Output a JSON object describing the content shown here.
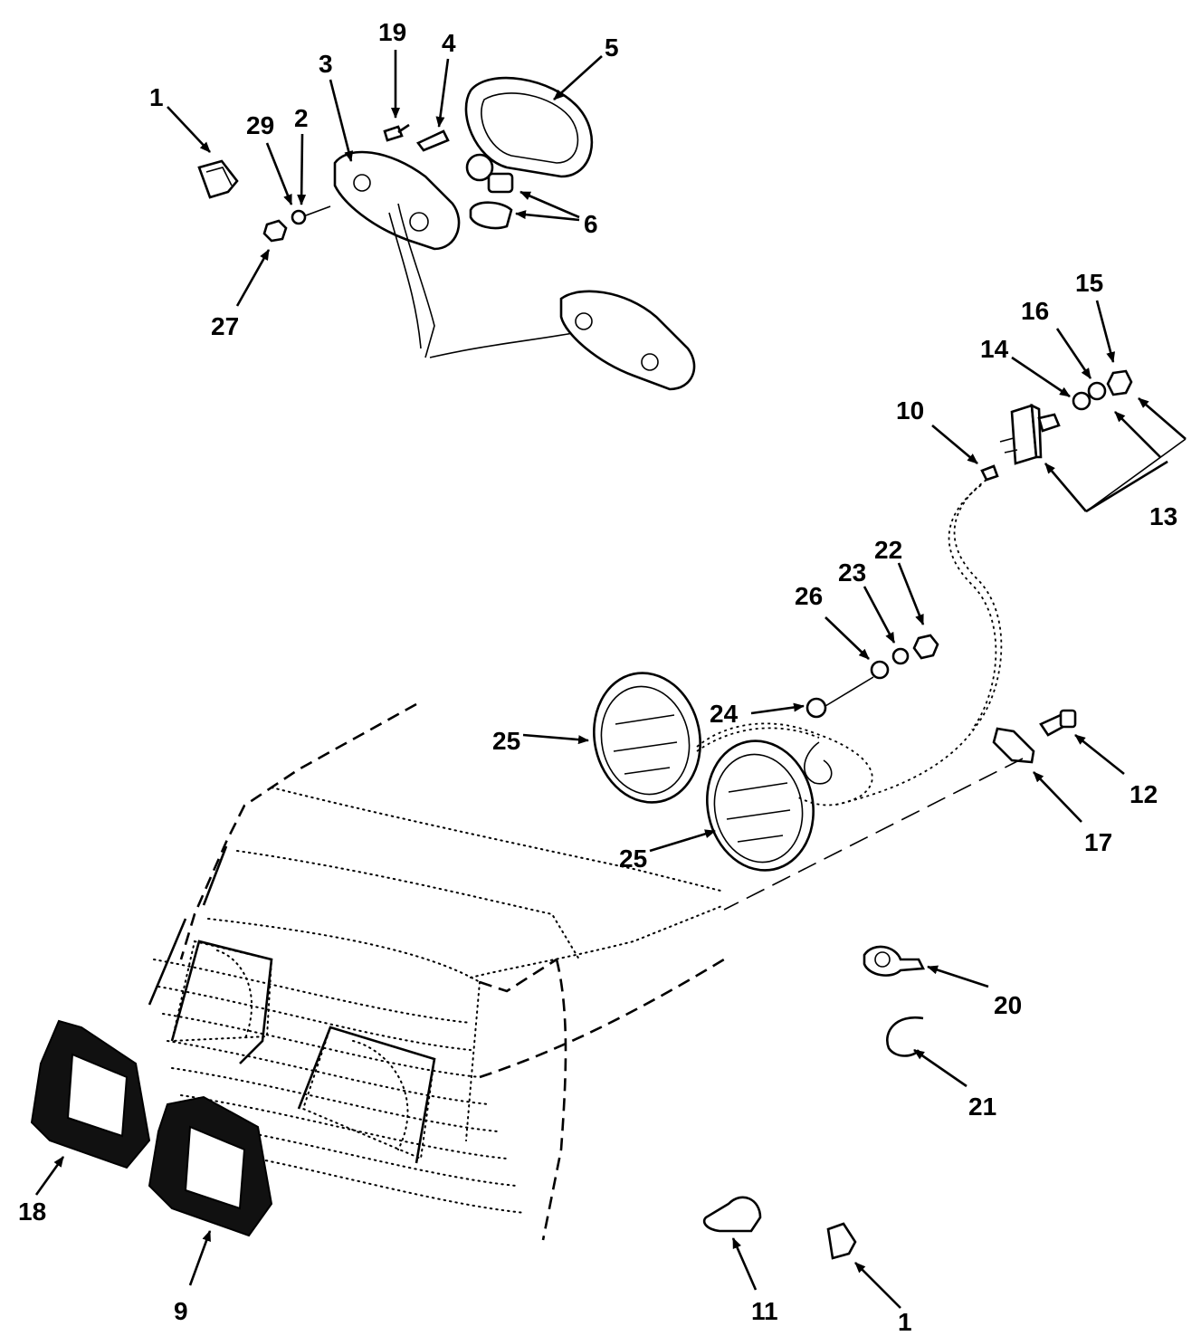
{
  "callouts": [
    {
      "label": "1"
    },
    {
      "label": "29"
    },
    {
      "label": "2"
    },
    {
      "label": "3"
    },
    {
      "label": "19"
    },
    {
      "label": "4"
    },
    {
      "label": "5"
    },
    {
      "label": "6"
    },
    {
      "label": "27"
    },
    {
      "label": "15"
    },
    {
      "label": "16"
    },
    {
      "label": "14"
    },
    {
      "label": "10"
    },
    {
      "label": "13"
    },
    {
      "label": "22"
    },
    {
      "label": "23"
    },
    {
      "label": "26"
    },
    {
      "label": "24"
    },
    {
      "label": "25"
    },
    {
      "label": "25"
    },
    {
      "label": "12"
    },
    {
      "label": "17"
    },
    {
      "label": "20"
    },
    {
      "label": "21"
    },
    {
      "label": "18"
    },
    {
      "label": "9"
    },
    {
      "label": "11"
    },
    {
      "label": "1"
    }
  ]
}
